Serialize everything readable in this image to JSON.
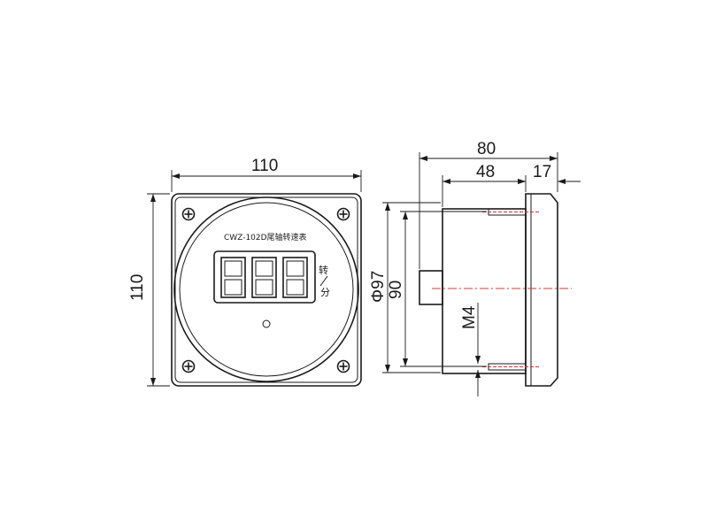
{
  "front_view": {
    "model_label": "CWZ-102D尾轴转速表",
    "unit_top": "转",
    "unit_bottom": "分",
    "width_dim": "110",
    "height_dim": "110"
  },
  "side_view": {
    "overall_depth_dim": "80",
    "body_depth_dim": "48",
    "flange_depth_dim": "17",
    "diameter_dim": "Φ97",
    "height_dim": "90",
    "thread_dim": "M4"
  }
}
